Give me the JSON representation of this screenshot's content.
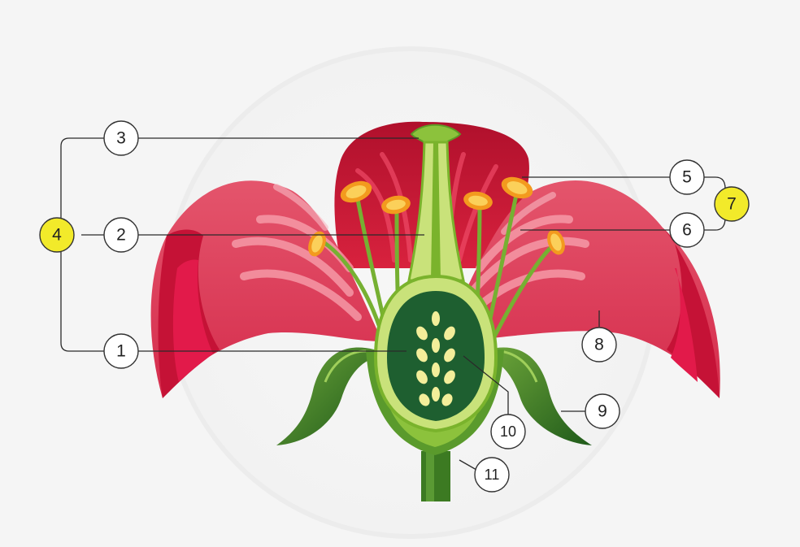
{
  "labels": {
    "stigma": "3",
    "style": "2",
    "ovary": "1",
    "pistil": "4",
    "anther": "5",
    "filament": "6",
    "stamen": "7",
    "petal": "8",
    "sepal": "9",
    "ovule": "10",
    "receptacle": "11"
  },
  "colors": {
    "background": "#f5f5f5",
    "petal_dark": "#c8103a",
    "petal_mid": "#e0485f",
    "petal_light": "#f8a4b0",
    "green_dark": "#2e6b1f",
    "green_mid": "#7ab32c",
    "green_light": "#c9e27a",
    "ovary_inner": "#1e5f30",
    "ovule": "#f3ee9a",
    "anther": "#f39a1e",
    "highlight_badge": "#f2ea2a"
  }
}
